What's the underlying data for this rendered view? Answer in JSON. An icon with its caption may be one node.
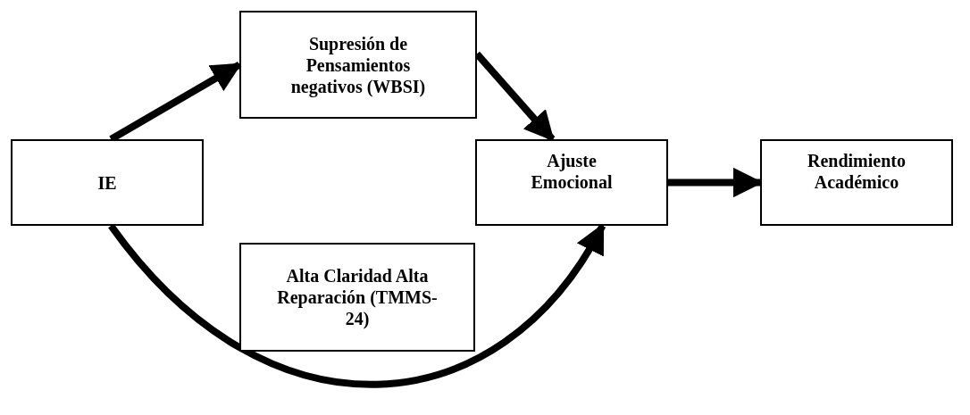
{
  "diagram": {
    "nodes": [
      {
        "text": [
          "IE"
        ]
      },
      {
        "text": [
          "Supresión de Pensamientos negativos (WBSI)"
        ]
      },
      {
        "text": [
          "Ajuste Emocional"
        ]
      },
      {
        "text": [
          "Rendimiento Académico"
        ]
      },
      {
        "text": [
          "Alta Claridad Alta Reparación (TMMS-24)"
        ]
      }
    ],
    "edges": [
      {
        "from": 0,
        "to": 1,
        "arrow": "to"
      },
      {
        "from": 1,
        "to": 2,
        "arrow": "to"
      },
      {
        "from": 2,
        "to": 3,
        "arrow": "to"
      },
      {
        "from": 0,
        "to": 2,
        "arrow": "to"
      }
    ]
  }
}
